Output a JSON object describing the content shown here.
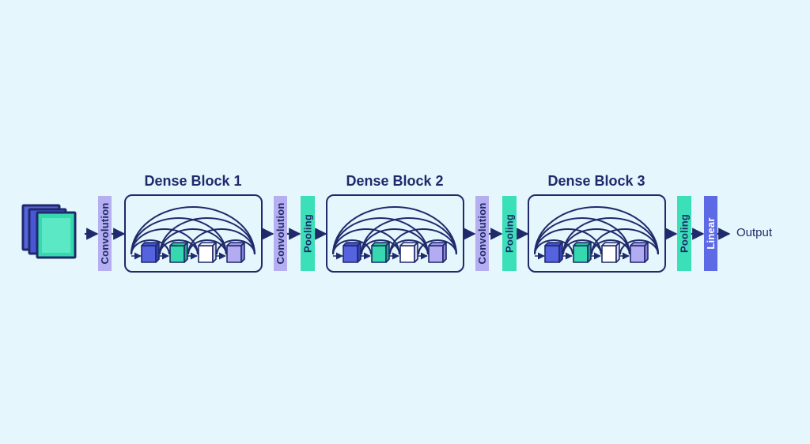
{
  "colors": {
    "background": "#E6F6FD",
    "navy": "#1F2A6B",
    "convolution": "#B5AEF0",
    "pooling": "#3BE0B9",
    "linear": "#5D6AE6",
    "cube_blue": "#5563DE",
    "cube_teal": "#36D9AF",
    "cube_white": "#FFFFFF",
    "cube_lavender": "#B3ACF2"
  },
  "input": {
    "icon": "image-stack-icon"
  },
  "layers": {
    "conv1": "Convolution",
    "conv2": "Convolution",
    "pool2": "Pooling",
    "conv3": "Convolution",
    "pool3": "Pooling",
    "pool4": "Pooling",
    "linear": "Linear"
  },
  "blocks": [
    {
      "title": "Dense Block 1"
    },
    {
      "title": "Dense Block 2"
    },
    {
      "title": "Dense Block 3"
    }
  ],
  "output": {
    "label": "Output"
  }
}
